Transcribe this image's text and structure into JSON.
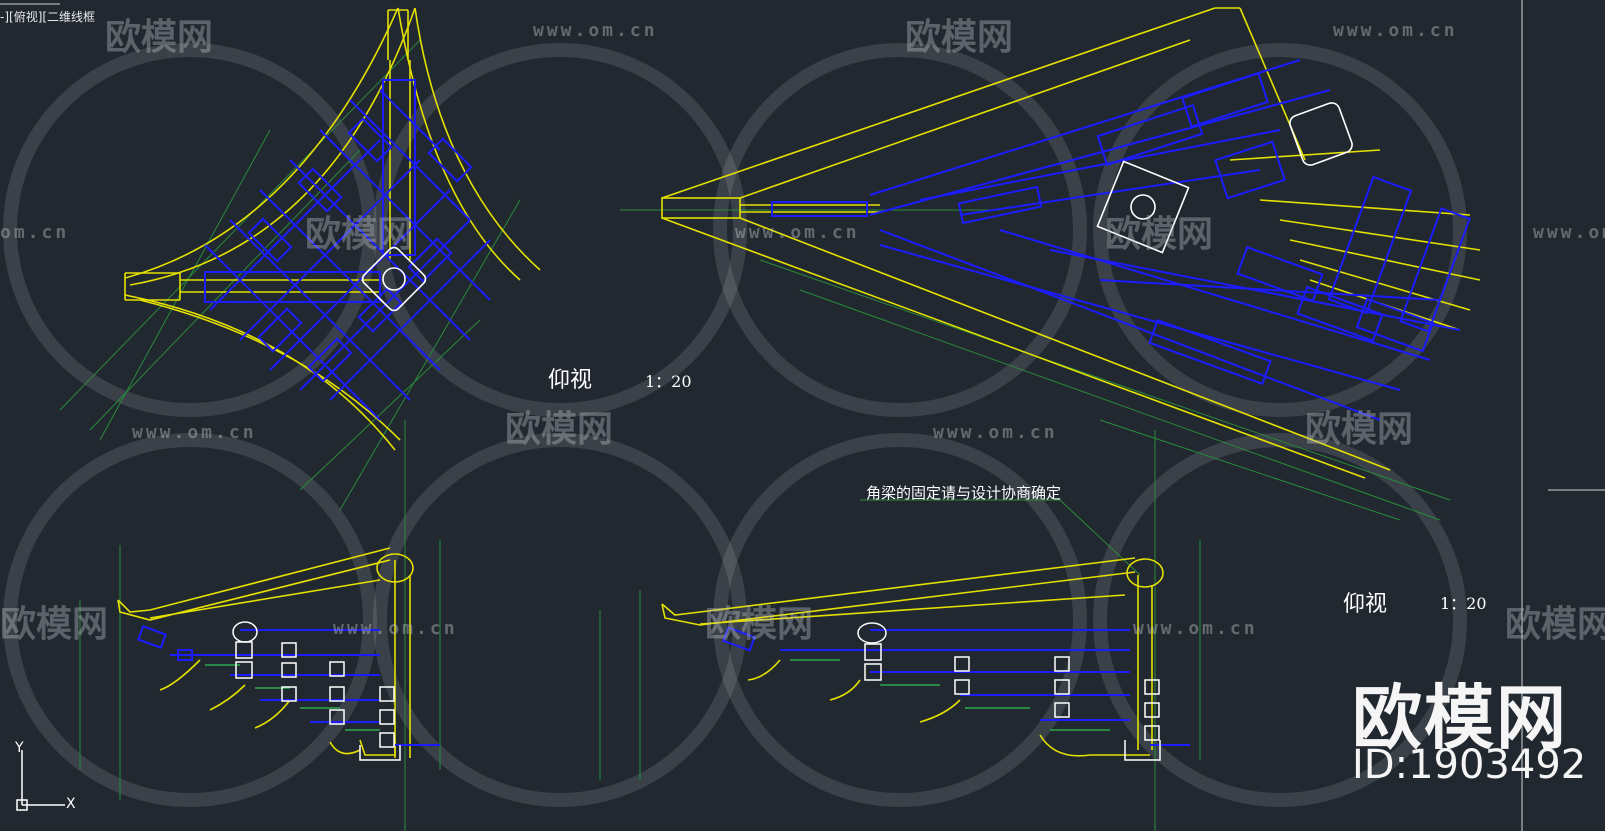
{
  "viewport": {
    "label": "-][俯视][二维线框"
  },
  "views": [
    {
      "title": "仰视",
      "scale": "1：20"
    },
    {
      "title": "仰视",
      "scale": "1：20"
    }
  ],
  "annotation": {
    "note": "角梁的固定请与设计协商确定"
  },
  "watermark": {
    "url": "www.om.cn",
    "url_short": "om.cn",
    "logo": "欧模网",
    "logo_partial": "欧模网",
    "big_logo": "欧模网",
    "id": "ID:1903492"
  },
  "ucs": {
    "x_label": "X",
    "y_label": "Y"
  },
  "colors": {
    "background": "#212830",
    "yellow": "#e4e000",
    "blue": "#1c1cff",
    "white": "#ffffff",
    "green": "#2a8a3a"
  }
}
